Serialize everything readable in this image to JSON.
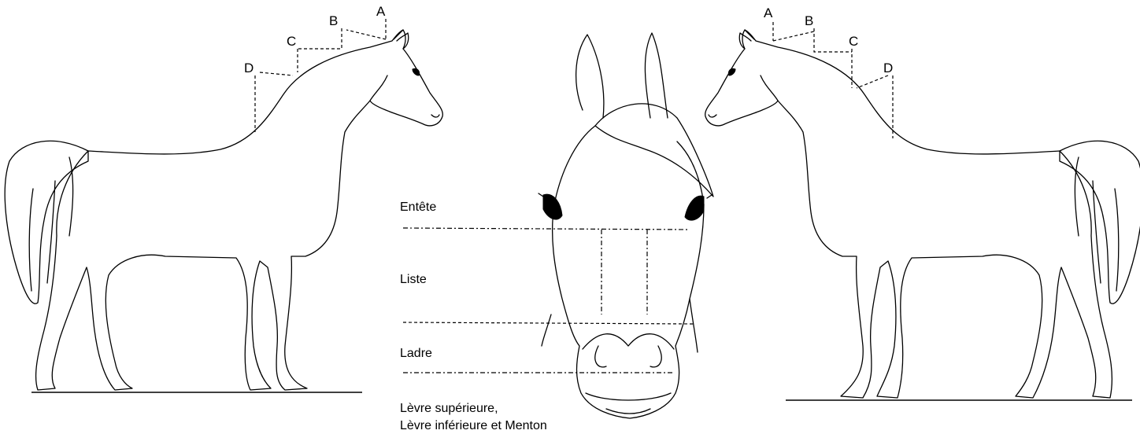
{
  "left_horse": {
    "markers": [
      "A",
      "B",
      "C",
      "D"
    ]
  },
  "right_horse": {
    "markers": [
      "A",
      "B",
      "C",
      "D"
    ]
  },
  "head_front": {
    "zones": [
      {
        "label": "Entête"
      },
      {
        "label": "Liste"
      },
      {
        "label": "Ladre"
      },
      {
        "label": "Lèvre supérieure,"
      },
      {
        "label": "Lèvre inférieure et Menton"
      }
    ]
  },
  "colors": {
    "line": "#000000",
    "background": "#ffffff"
  }
}
